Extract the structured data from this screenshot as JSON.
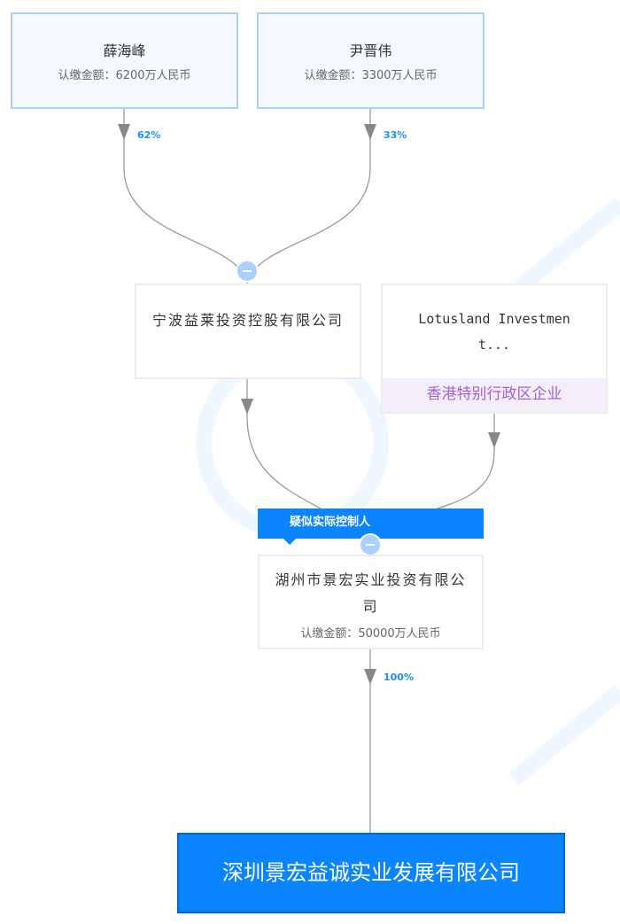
{
  "shareholders": [
    {
      "name": "薛海峰",
      "amount": "认缴金额：6200万人民币",
      "percent": "62%"
    },
    {
      "name": "尹晋伟",
      "amount": "认缴金额：3300万人民币",
      "percent": "33%"
    }
  ],
  "mid_companies": [
    {
      "name": "宁波益莱投资控股有限公司"
    },
    {
      "name": "Lotusland Investment...",
      "tag": "香港特别行政区企业"
    }
  ],
  "controller_label": "疑似实际控制人",
  "parent": {
    "name": "湖州市景宏实业投资有限公司",
    "amount": "认缴金额：50000万人民币",
    "percent": "100%"
  },
  "target": {
    "name": "深圳景宏益诚实业发展有限公司"
  },
  "colors": {
    "accent": "#1890ff",
    "purple": "#a35fd8"
  }
}
